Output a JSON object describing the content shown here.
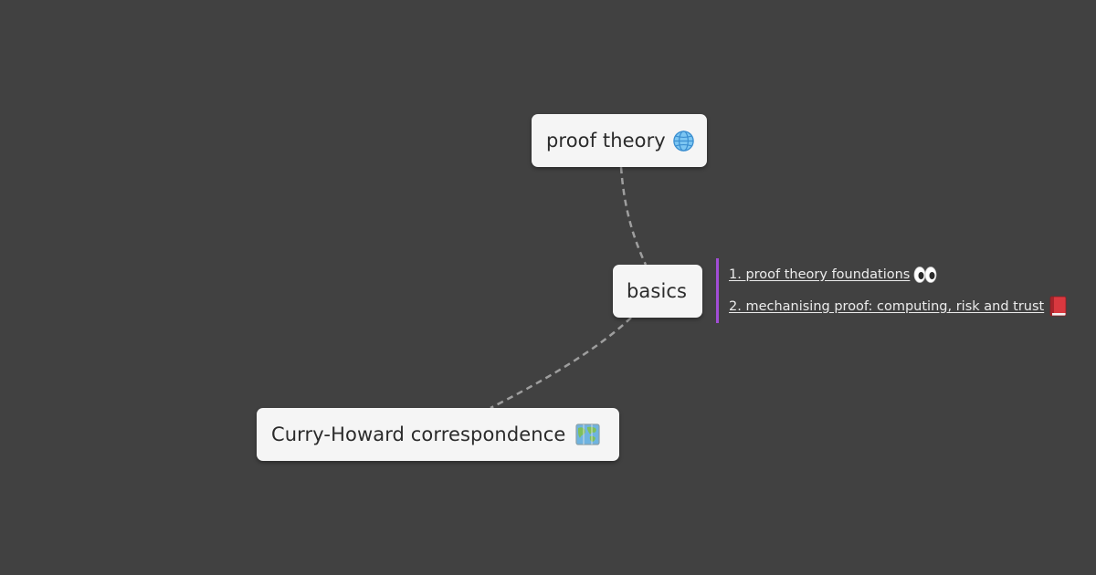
{
  "mind_map": {
    "nodes": {
      "proof_theory": {
        "label": "proof theory",
        "icon": "globe-icon"
      },
      "basics": {
        "label": "basics"
      },
      "curry_howard": {
        "label": "Curry-Howard correspondence",
        "icon": "world-map-icon"
      }
    },
    "notes": {
      "accent_color": "#a24dd6",
      "links": [
        {
          "label": "1. proof theory foundations ",
          "icon": "eyes-icon"
        },
        {
          "label": "2. mechanising proof: computing, risk and trust ",
          "icon": "closed-book-icon"
        }
      ]
    },
    "colors": {
      "background": "#414141",
      "node_fill": "#f5f5f5",
      "connector": "#9e9e9e"
    }
  }
}
